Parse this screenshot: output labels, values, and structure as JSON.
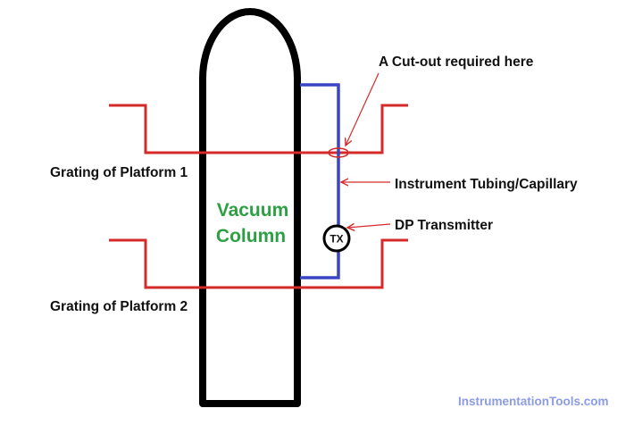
{
  "labels": {
    "platform_1": "Grating of Platform 1",
    "platform_2": "Grating of Platform 2",
    "column_line_1": "Vacuum",
    "column_line_2": "Column",
    "cutout_note": "A Cut-out required here",
    "tubing": "Instrument Tubing/Capillary",
    "transmitter": "DP Transmitter",
    "transmitter_symbol": "TX"
  },
  "watermark": "InstrumentationTools.com",
  "colors": {
    "column_outline": "#000000",
    "platform_grating": "#d42a2a",
    "tubing": "#3a44c4",
    "pointer_arrow": "#d42a2a",
    "column_label": "#2ea043",
    "watermark": "#8b9be6"
  }
}
